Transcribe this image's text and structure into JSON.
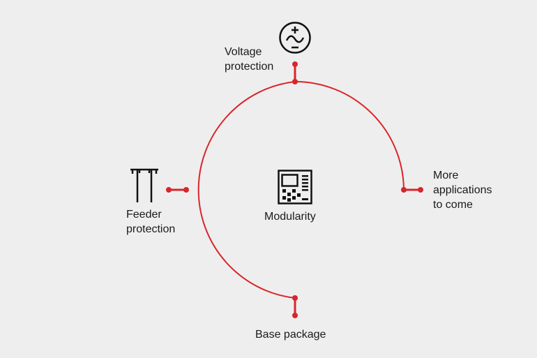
{
  "center": {
    "label": "Modularity",
    "icon": "relay-device-icon"
  },
  "nodes": {
    "voltage": {
      "lines": [
        "Voltage",
        "protection"
      ],
      "icon": "voltage-sine-icon"
    },
    "feeder": {
      "lines": [
        "Feeder",
        "protection"
      ],
      "icon": "feeder-pylon-icon"
    },
    "more": {
      "lines": [
        "More",
        "applications",
        "to come"
      ]
    },
    "base": {
      "lines": [
        "Base package"
      ]
    }
  },
  "colors": {
    "background": "#efeeee",
    "accent": "#d7262b",
    "text": "#1a1a1a"
  }
}
